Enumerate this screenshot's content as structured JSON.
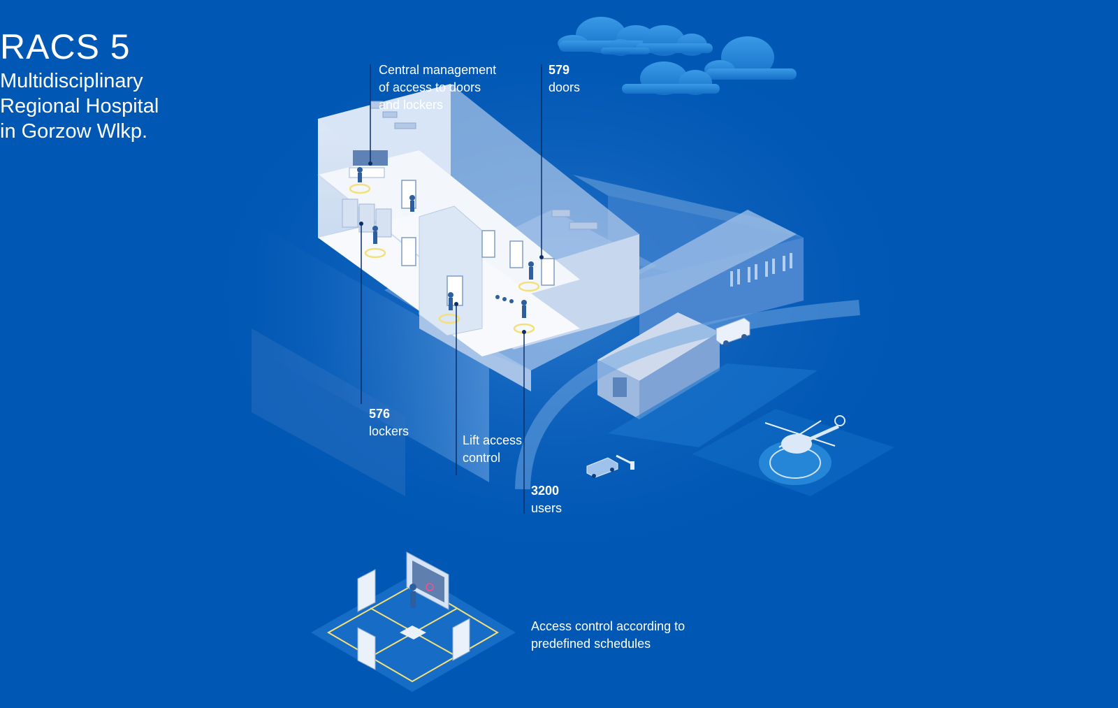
{
  "header": {
    "brand": "RACS 5",
    "subtitle_lines": [
      "Multidisciplinary",
      "Regional Hospital",
      "in Gorzow Wlkp."
    ]
  },
  "callouts": {
    "central": {
      "lines": [
        "Central management",
        "of access to doors",
        "and lockers"
      ]
    },
    "doors": {
      "value": "579",
      "text": "doors"
    },
    "lockers": {
      "value": "576",
      "text": "lockers"
    },
    "lift": {
      "lines": [
        "Lift access",
        "control"
      ]
    },
    "users": {
      "value": "3200",
      "text": "users"
    },
    "schedules": {
      "lines": [
        "Access control according to",
        "predefined schedules"
      ]
    }
  },
  "colors": {
    "background": "#0057b4",
    "building_light": "#e8eef8",
    "accent_yellow": "#f3e07a",
    "cloud": "#2a8bdc"
  }
}
